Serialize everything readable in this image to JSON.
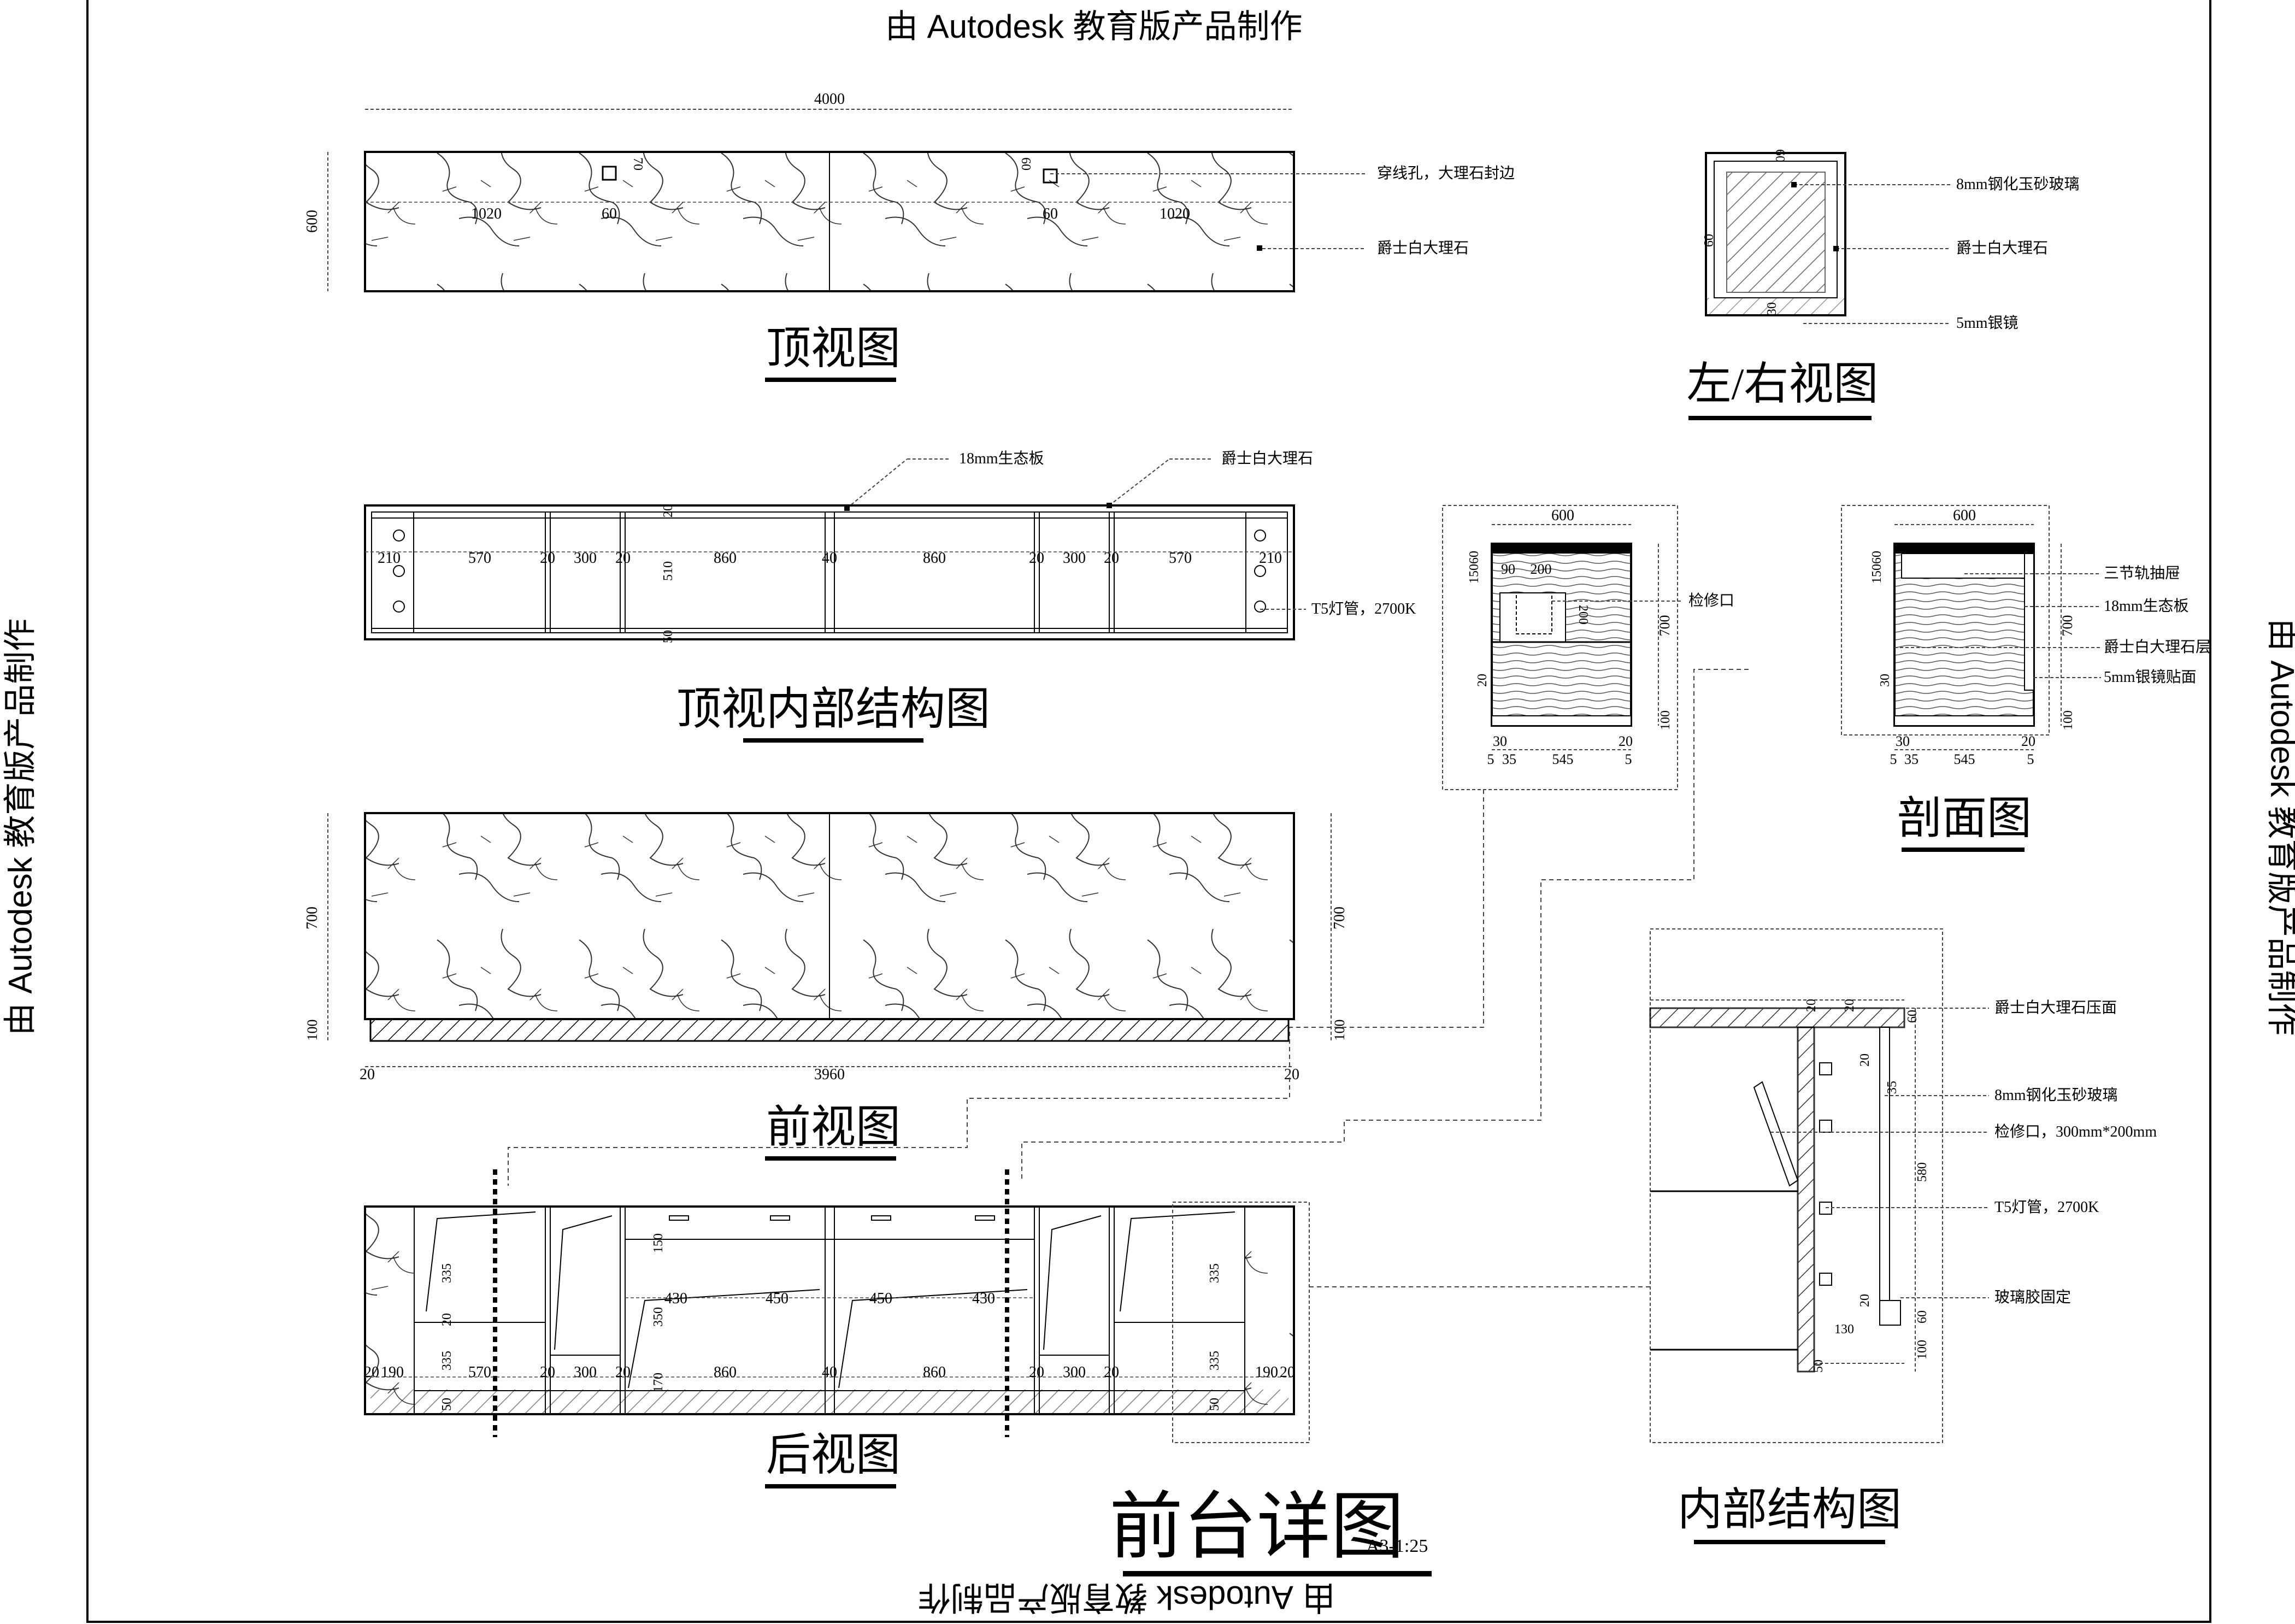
{
  "watermark": {
    "text": "由 Autodesk 教育版产品制作"
  },
  "title_block": {
    "title": "前台详图",
    "scale": "A3-1:25"
  },
  "views": {
    "top": {
      "title": "顶视图",
      "dims": {
        "overall": "4000",
        "depth": "600",
        "left": "1020",
        "right": "1020",
        "hole1": "60",
        "hole2": "60",
        "h70": "70",
        "h60": "60"
      },
      "notes": [
        "穿线孔，大理石封边",
        "爵士白大理石"
      ]
    },
    "top_internal": {
      "title": "顶视内部结构图",
      "dims": [
        "210",
        "570",
        "20",
        "300",
        "20",
        "860",
        "40",
        "860",
        "20",
        "300",
        "20",
        "570",
        "210"
      ],
      "vdims": [
        "20",
        "510",
        "50"
      ],
      "notes": [
        "18mm生态板",
        "爵士白大理石",
        "T5灯管，2700K"
      ]
    },
    "front": {
      "title": "前视图",
      "dims": {
        "height": "700",
        "base": "100",
        "width": "3960",
        "left": "20",
        "right": "20"
      }
    },
    "back": {
      "title": "后视图",
      "dims": [
        "20",
        "190",
        "570",
        "20",
        "300",
        "20",
        "860",
        "40",
        "860",
        "20",
        "300",
        "20",
        "190",
        "20"
      ],
      "shelf_dims": [
        "430",
        "450",
        "450",
        "430"
      ],
      "vdims": [
        "335",
        "20",
        "335",
        "50",
        "350",
        "170",
        "150"
      ]
    },
    "side": {
      "title": "左/右视图",
      "dims": {
        "h60a": "60",
        "h60b": "60",
        "h30": "30"
      },
      "notes": [
        "8mm钢化玉砂玻璃",
        "爵士白大理石",
        "5mm银镜"
      ]
    },
    "section_a": {
      "dims": {
        "width": "600",
        "d150": "150",
        "d60": "60",
        "d90": "90",
        "d200": "200",
        "d200v": "200",
        "h700": "700",
        "h100": "100",
        "b30a": "30",
        "b20a": "20",
        "b5a": "5",
        "b35": "35",
        "b545": "545",
        "b5b": "5",
        "d20": "20"
      },
      "notes": [
        "检修口"
      ]
    },
    "section_b": {
      "title": "剖面图",
      "dims": {
        "width": "600",
        "d150": "150",
        "d60": "60",
        "h700": "700",
        "h100": "100",
        "b30": "30",
        "b20": "20",
        "b5a": "5",
        "b35": "35",
        "b545": "545",
        "b5b": "5",
        "d30": "30"
      },
      "notes": [
        "三节轨抽屉",
        "18mm生态板",
        "爵士白大理石层",
        "5mm银镜贴面"
      ]
    },
    "internal": {
      "title": "内部结构图",
      "dims": {
        "d60a": "60",
        "d20a": "20",
        "d20b": "20",
        "d20c": "20",
        "d35": "35",
        "d580": "580",
        "d20d": "20",
        "d60b": "60",
        "d100": "100",
        "d130": "130",
        "d50": "50"
      },
      "notes": [
        "爵士白大理石压面",
        "8mm钢化玉砂玻璃",
        "检修口，300mm*200mm",
        "T5灯管，2700K",
        "玻璃胶固定"
      ]
    }
  },
  "colors": {
    "line": "#000000",
    "guide": "#444444"
  }
}
